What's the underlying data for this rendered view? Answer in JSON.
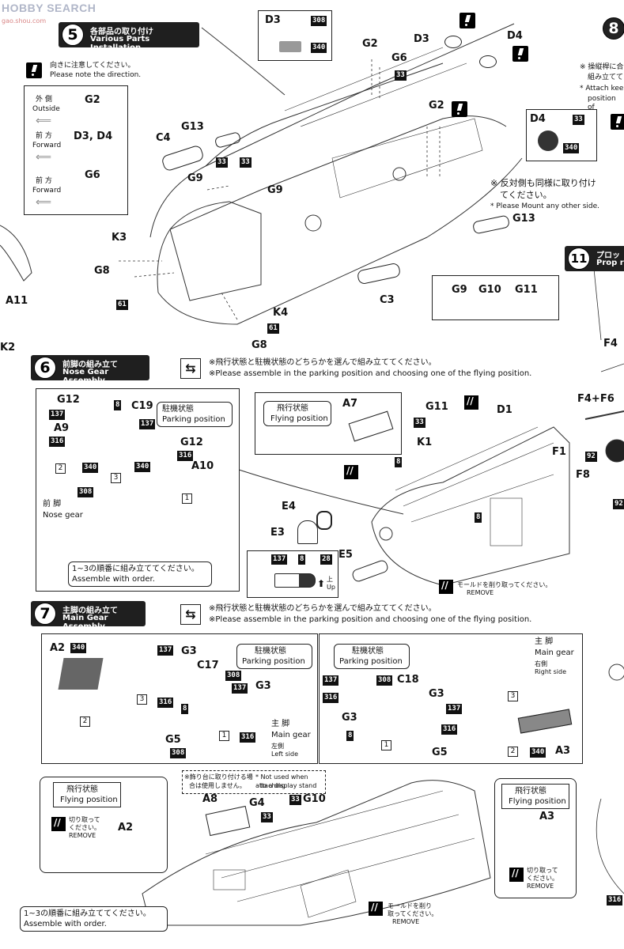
{
  "watermark": {
    "site": "HOBBY SEARCH",
    "sub": "gao.shou.com"
  },
  "step5": {
    "num": "5",
    "title_jp": "各部品の取り付け",
    "title_en": "Various Parts Installation",
    "direction_jp": "向きに注意してください。",
    "direction_en": "Please note the direction.",
    "legend": [
      {
        "jp": "外 側",
        "en": "Outside",
        "part": "G2"
      },
      {
        "jp": "前 方",
        "en": "Forward",
        "part": "D3, D4"
      },
      {
        "jp": "前 方",
        "en": "Forward",
        "part": "G6"
      }
    ],
    "parts": [
      "D3",
      "G2",
      "G6",
      "D3",
      "D4",
      "G2",
      "G2",
      "G13",
      "C4",
      "G9",
      "G9",
      "K3",
      "G8",
      "K4",
      "G8",
      "C3",
      "G13",
      "A11",
      "D4"
    ],
    "d3_colors": [
      "308",
      "340"
    ],
    "d4_colors": [
      "33",
      "340"
    ],
    "mirror_jp1": "※ 反対側も同様に取り付け",
    "mirror_jp2": "てください。",
    "mirror_en": "* Please Mount any other side.",
    "small_parts": [
      "G9",
      "G10",
      "G11"
    ]
  },
  "step8_partial": {
    "num": "8",
    "jp1": "※ 操縦桿に合",
    "jp2": "組み立てて",
    "en1": "* Attach kee",
    "en2": "position of"
  },
  "step11_partial": {
    "num": "11",
    "jp": "プロッ",
    "en": "Prop r"
  },
  "step6": {
    "num": "6",
    "title_jp": "前脚の組み立て",
    "title_en": "Nose Gear Assembly",
    "choose_jp": "※飛行状態と駐機状態のどちらかを選んで組み立ててください。",
    "choose_en": "※Please assemble in the parking position and choosing one of the flying position.",
    "parking_jp": "駐機状態",
    "parking_en": "Parking position",
    "flying_jp": "飛行状態",
    "flying_en": "Flying position",
    "nose_jp": "前 脚",
    "nose_en": "Nose gear",
    "order_jp": "1~3の順番に組み立ててください。",
    "order_en": "Assemble with order.",
    "remove_jp": "モールドを削り取ってください。",
    "remove_en": "REMOVE",
    "up_jp": "上",
    "up_en": "Up"
  },
  "step7": {
    "num": "7",
    "title_jp": "主脚の組み立て",
    "title_en": "Main Gear Assembly",
    "choose_jp": "※飛行状態と駐機状態のどちらかを選んで組み立ててください。",
    "choose_en": "※Please assemble in the parking position and choosing one of the flying position.",
    "parking_jp": "駐機状態",
    "parking_en": "Parking position",
    "flying_jp": "飛行状態",
    "flying_en": "Flying position",
    "main_jp": "主 脚",
    "main_en": "Main gear",
    "left_jp": "左側",
    "left_en": "Left side",
    "right_jp": "右側",
    "right_en": "Right side",
    "cut_jp1": "切り取って",
    "cut_jp2": "ください。",
    "remove_en": "REMOVE",
    "stand_jp1": "※飾り台に取り付ける場",
    "stand_jp2": "合は使用しません。",
    "stand_en1": "* Not used when attaching",
    "stand_en2": "to a display stand",
    "order_jp": "1~3の順番に組み立ててください。",
    "order_en": "Assemble with order.",
    "remove2_jp1": "モールドを削り",
    "remove2_jp2": "取ってください。"
  },
  "labels": {
    "K2": "K2",
    "F4": "F4",
    "F4F6": "F4+F6",
    "F1": "F1",
    "F8": "F8",
    "G12": "G12",
    "C19": "C19",
    "A9": "A9",
    "A10": "A10",
    "A7": "A7",
    "G11": "G11",
    "D1": "D1",
    "K1": "K1",
    "E4": "E4",
    "E3": "E3",
    "E5": "E5",
    "A2": "A2",
    "G3": "G3",
    "C17": "C17",
    "C18": "C18",
    "G5": "G5",
    "A3": "A3",
    "A8": "A8",
    "G4": "G4",
    "G10": "G10"
  },
  "colors": {
    "header": "#1f1f1f",
    "line": "#222222",
    "watermark": "#b0b6c8"
  }
}
